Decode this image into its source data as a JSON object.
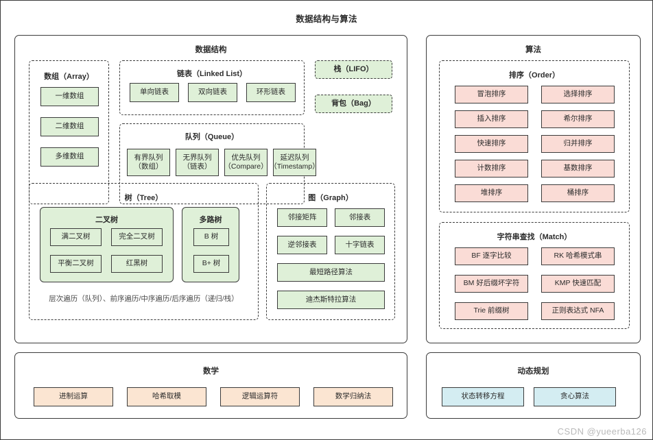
{
  "page": {
    "title": "数据结构与算法",
    "watermark": "CSDN @yueerba126"
  },
  "colors": {
    "green": "#dff0d8",
    "pink": "#fadcd6",
    "peach": "#fbe5d2",
    "blue": "#d4edf2",
    "stroke": "#3a3a3a",
    "background": "#ffffff"
  },
  "data_structures": {
    "title": "数据结构",
    "array": {
      "title": "数组（Array）",
      "items": [
        "一维数组",
        "二维数组",
        "多维数组"
      ]
    },
    "linked_list": {
      "title": "链表（Linked List）",
      "items": [
        "单向链表",
        "双向链表",
        "环形链表"
      ]
    },
    "stack": {
      "label": "栈（LIFO）"
    },
    "bag": {
      "label": "背包（Bag）"
    },
    "queue": {
      "title": "队列（Queue）",
      "items": [
        "有界队列\n（数组）",
        "无界队列\n（链表）",
        "优先队列\n（Compare）",
        "延迟队列\n（Timestamp）"
      ]
    },
    "tree": {
      "title": "树（Tree）",
      "binary": {
        "title": "二叉树",
        "items": [
          "满二叉树",
          "完全二叉树",
          "平衡二叉树",
          "红黑树"
        ]
      },
      "multiway": {
        "title": "多路树",
        "items": [
          "B 树",
          "B+ 树"
        ]
      },
      "note": "层次遍历（队列）、前序遍历/中序遍历/后序遍历（递归/栈）"
    },
    "graph": {
      "title": "图（Graph）",
      "items": [
        "邻接矩阵",
        "邻接表",
        "逆邻接表",
        "十字链表",
        "最短路径算法",
        "迪杰斯特拉算法"
      ]
    }
  },
  "algorithms": {
    "title": "算法",
    "sorting": {
      "title": "排序（Order）",
      "items": [
        "冒泡排序",
        "选择排序",
        "插入排序",
        "希尔排序",
        "快速排序",
        "归并排序",
        "计数排序",
        "基数排序",
        "堆排序",
        "桶排序"
      ]
    },
    "string_match": {
      "title": "字符串查找（Match）",
      "items": [
        "BF 逐字比较",
        "RK 哈希模式串",
        "BM 好后缀坏字符",
        "KMP 快速匹配",
        "Trie 前缀树",
        "正则表达式 NFA"
      ]
    }
  },
  "math": {
    "title": "数学",
    "items": [
      "进制运算",
      "哈希取模",
      "逻辑运算符",
      "数学归纳法"
    ]
  },
  "dynamic_programming": {
    "title": "动态规划",
    "items": [
      "状态转移方程",
      "贪心算法"
    ]
  }
}
